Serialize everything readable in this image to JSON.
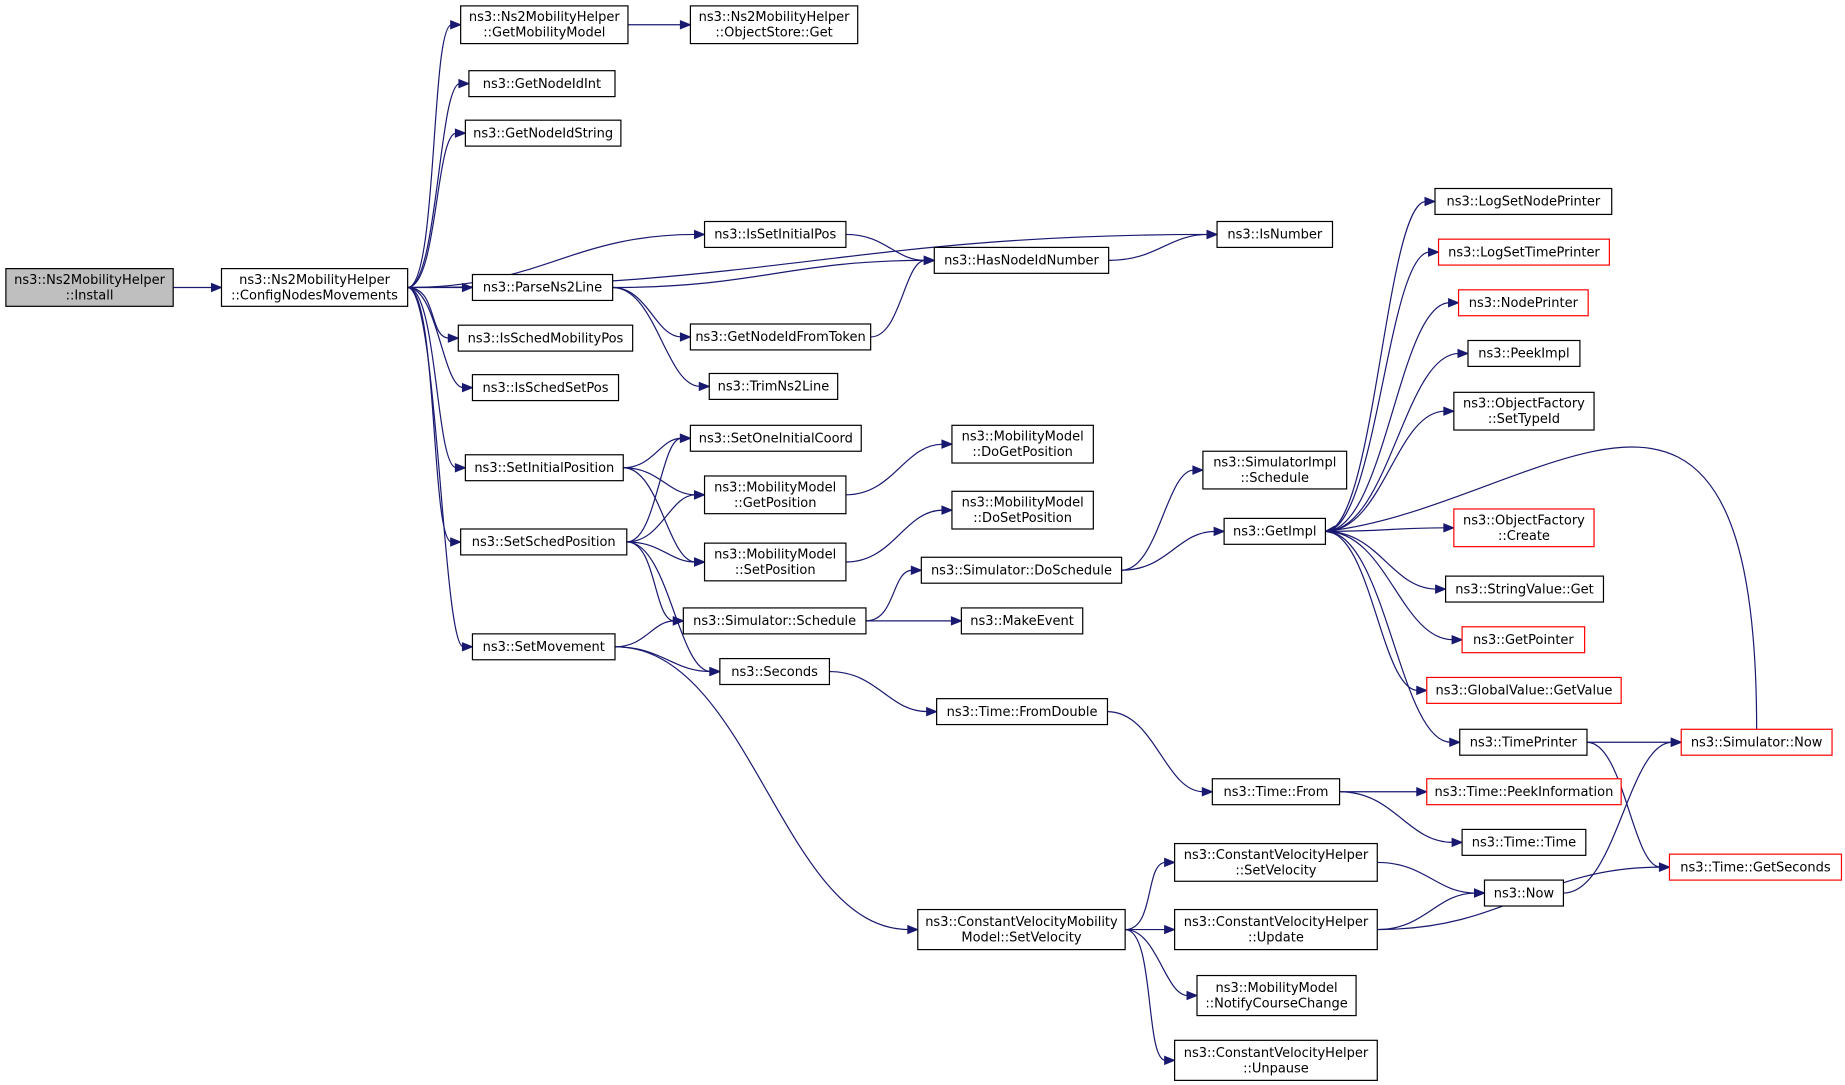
{
  "colors": {
    "edge": "#191970",
    "root_fill": "#bfbfbf",
    "red_border": "#ff0000",
    "border": "#000000"
  },
  "nodes": [
    {
      "id": "install",
      "lines": [
        "ns3::Ns2MobilityHelper",
        "::Install"
      ],
      "style": "root"
    },
    {
      "id": "config",
      "lines": [
        "ns3::Ns2MobilityHelper",
        "::ConfigNodesMovements"
      ]
    },
    {
      "id": "getmob",
      "lines": [
        "ns3::Ns2MobilityHelper",
        "::GetMobilityModel"
      ]
    },
    {
      "id": "objstore",
      "lines": [
        "ns3::Ns2MobilityHelper",
        "::ObjectStore::Get"
      ]
    },
    {
      "id": "getnodeidint",
      "lines": [
        "ns3::GetNodeIdInt"
      ]
    },
    {
      "id": "getnodeidstring",
      "lines": [
        "ns3::GetNodeIdString"
      ]
    },
    {
      "id": "isnumber",
      "lines": [
        "ns3::IsNumber"
      ]
    },
    {
      "id": "issetinitial",
      "lines": [
        "ns3::IsSetInitialPos"
      ]
    },
    {
      "id": "hasnodeid",
      "lines": [
        "ns3::HasNodeIdNumber"
      ]
    },
    {
      "id": "parsens2",
      "lines": [
        "ns3::ParseNs2Line"
      ]
    },
    {
      "id": "getnodeidtoken",
      "lines": [
        "ns3::GetNodeIdFromToken"
      ]
    },
    {
      "id": "isschedmob",
      "lines": [
        "ns3::IsSchedMobilityPos"
      ]
    },
    {
      "id": "isschedset",
      "lines": [
        "ns3::IsSchedSetPos"
      ]
    },
    {
      "id": "trimns2",
      "lines": [
        "ns3::TrimNs2Line"
      ]
    },
    {
      "id": "setoneinitial",
      "lines": [
        "ns3::SetOneInitialCoord"
      ]
    },
    {
      "id": "setinitialpos",
      "lines": [
        "ns3::SetInitialPosition"
      ]
    },
    {
      "id": "mm_getpos",
      "lines": [
        "ns3::MobilityModel",
        "::GetPosition"
      ]
    },
    {
      "id": "mm_dogetpos",
      "lines": [
        "ns3::MobilityModel",
        "::DoGetPosition"
      ]
    },
    {
      "id": "setschedpos",
      "lines": [
        "ns3::SetSchedPosition"
      ]
    },
    {
      "id": "mm_setpos",
      "lines": [
        "ns3::MobilityModel",
        "::SetPosition"
      ]
    },
    {
      "id": "mm_dosetpos",
      "lines": [
        "ns3::MobilityModel",
        "::DoSetPosition"
      ]
    },
    {
      "id": "simimpl_sched",
      "lines": [
        "ns3::SimulatorImpl",
        "::Schedule"
      ]
    },
    {
      "id": "getimpl",
      "lines": [
        "ns3::GetImpl"
      ]
    },
    {
      "id": "sim_dosched",
      "lines": [
        "ns3::Simulator::DoSchedule"
      ]
    },
    {
      "id": "sim_sched",
      "lines": [
        "ns3::Simulator::Schedule"
      ]
    },
    {
      "id": "makeevent",
      "lines": [
        "ns3::MakeEvent"
      ]
    },
    {
      "id": "setmovement",
      "lines": [
        "ns3::SetMovement"
      ]
    },
    {
      "id": "seconds",
      "lines": [
        "ns3::Seconds"
      ]
    },
    {
      "id": "time_fromdouble",
      "lines": [
        "ns3::Time::FromDouble"
      ]
    },
    {
      "id": "time_from",
      "lines": [
        "ns3::Time::From"
      ]
    },
    {
      "id": "time_peek",
      "lines": [
        "ns3::Time::PeekInformation"
      ],
      "style": "red"
    },
    {
      "id": "time_time",
      "lines": [
        "ns3::Time::Time"
      ]
    },
    {
      "id": "logsetnode",
      "lines": [
        "ns3::LogSetNodePrinter"
      ]
    },
    {
      "id": "logsettime",
      "lines": [
        "ns3::LogSetTimePrinter"
      ],
      "style": "red"
    },
    {
      "id": "nodeprinter",
      "lines": [
        "ns3::NodePrinter"
      ],
      "style": "red"
    },
    {
      "id": "peekimpl",
      "lines": [
        "ns3::PeekImpl"
      ]
    },
    {
      "id": "objfact_settype",
      "lines": [
        "ns3::ObjectFactory",
        "::SetTypeId"
      ]
    },
    {
      "id": "objfact_create",
      "lines": [
        "ns3::ObjectFactory",
        "::Create"
      ],
      "style": "red"
    },
    {
      "id": "stringvalue",
      "lines": [
        "ns3::StringValue::Get"
      ]
    },
    {
      "id": "getpointer",
      "lines": [
        "ns3::GetPointer"
      ],
      "style": "red"
    },
    {
      "id": "globalvalue",
      "lines": [
        "ns3::GlobalValue::GetValue"
      ],
      "style": "red"
    },
    {
      "id": "timeprinter",
      "lines": [
        "ns3::TimePrinter"
      ]
    },
    {
      "id": "sim_now",
      "lines": [
        "ns3::Simulator::Now"
      ],
      "style": "red"
    },
    {
      "id": "time_getsec",
      "lines": [
        "ns3::Time::GetSeconds"
      ],
      "style": "red"
    },
    {
      "id": "cvh_setvel",
      "lines": [
        "ns3::ConstantVelocityHelper",
        "::SetVelocity"
      ]
    },
    {
      "id": "now",
      "lines": [
        "ns3::Now"
      ]
    },
    {
      "id": "cvmm_setvel",
      "lines": [
        "ns3::ConstantVelocityMobility",
        "Model::SetVelocity"
      ]
    },
    {
      "id": "cvh_update",
      "lines": [
        "ns3::ConstantVelocityHelper",
        "::Update"
      ]
    },
    {
      "id": "mm_notify",
      "lines": [
        "ns3::MobilityModel",
        "::NotifyCourseChange"
      ]
    },
    {
      "id": "cvh_unpause",
      "lines": [
        "ns3::ConstantVelocityHelper",
        "::Unpause"
      ]
    }
  ],
  "edges": [
    [
      "install",
      "config"
    ],
    [
      "config",
      "getmob"
    ],
    [
      "config",
      "getnodeidint"
    ],
    [
      "config",
      "getnodeidstring"
    ],
    [
      "config",
      "isnumber"
    ],
    [
      "config",
      "issetinitial"
    ],
    [
      "config",
      "parsens2"
    ],
    [
      "config",
      "isschedmob"
    ],
    [
      "config",
      "isschedset"
    ],
    [
      "config",
      "setinitialpos"
    ],
    [
      "config",
      "setschedpos"
    ],
    [
      "config",
      "setmovement"
    ],
    [
      "getmob",
      "objstore"
    ],
    [
      "issetinitial",
      "hasnodeid"
    ],
    [
      "parsens2",
      "hasnodeid"
    ],
    [
      "parsens2",
      "getnodeidtoken"
    ],
    [
      "parsens2",
      "trimns2"
    ],
    [
      "getnodeidtoken",
      "hasnodeid"
    ],
    [
      "hasnodeid",
      "isnumber"
    ],
    [
      "setinitialpos",
      "setoneinitial"
    ],
    [
      "setinitialpos",
      "mm_getpos"
    ],
    [
      "setinitialpos",
      "mm_setpos"
    ],
    [
      "setschedpos",
      "setoneinitial"
    ],
    [
      "setschedpos",
      "mm_getpos"
    ],
    [
      "setschedpos",
      "mm_setpos"
    ],
    [
      "setschedpos",
      "sim_sched"
    ],
    [
      "setschedpos",
      "seconds"
    ],
    [
      "mm_getpos",
      "mm_dogetpos"
    ],
    [
      "mm_setpos",
      "mm_dosetpos"
    ],
    [
      "setmovement",
      "sim_sched"
    ],
    [
      "setmovement",
      "seconds"
    ],
    [
      "setmovement",
      "cvmm_setvel"
    ],
    [
      "sim_sched",
      "sim_dosched"
    ],
    [
      "sim_sched",
      "makeevent"
    ],
    [
      "sim_dosched",
      "simimpl_sched"
    ],
    [
      "sim_dosched",
      "getimpl"
    ],
    [
      "seconds",
      "time_fromdouble"
    ],
    [
      "time_fromdouble",
      "time_from"
    ],
    [
      "time_from",
      "time_peek"
    ],
    [
      "time_from",
      "time_time"
    ],
    [
      "getimpl",
      "logsetnode"
    ],
    [
      "getimpl",
      "logsettime"
    ],
    [
      "getimpl",
      "nodeprinter"
    ],
    [
      "getimpl",
      "peekimpl"
    ],
    [
      "getimpl",
      "objfact_settype"
    ],
    [
      "getimpl",
      "objfact_create"
    ],
    [
      "getimpl",
      "stringvalue"
    ],
    [
      "getimpl",
      "getpointer"
    ],
    [
      "getimpl",
      "globalvalue"
    ],
    [
      "getimpl",
      "timeprinter"
    ],
    [
      "timeprinter",
      "sim_now"
    ],
    [
      "timeprinter",
      "time_getsec"
    ],
    [
      "sim_now",
      "getimpl"
    ],
    [
      "cvmm_setvel",
      "cvh_setvel"
    ],
    [
      "cvmm_setvel",
      "cvh_update"
    ],
    [
      "cvmm_setvel",
      "mm_notify"
    ],
    [
      "cvmm_setvel",
      "cvh_unpause"
    ],
    [
      "cvh_setvel",
      "now"
    ],
    [
      "cvh_update",
      "now"
    ],
    [
      "cvh_update",
      "time_getsec"
    ],
    [
      "now",
      "sim_now"
    ]
  ]
}
